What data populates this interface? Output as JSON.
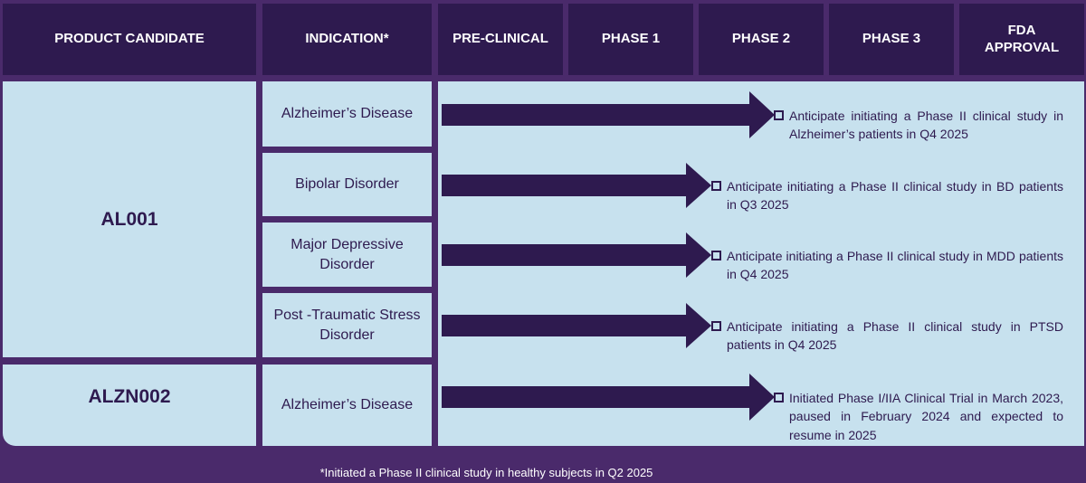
{
  "headers": {
    "product": "PRODUCT CANDIDATE",
    "indication": "INDICATION*",
    "preclinical": "PRE-CLINICAL",
    "phase1": "PHASE 1",
    "phase2": "PHASE 2",
    "phase3": "PHASE 3",
    "fda_line1": "FDA",
    "fda_line2": "APPROVAL"
  },
  "products": [
    {
      "name": "AL001"
    },
    {
      "name": "ALZN002"
    }
  ],
  "rows": [
    {
      "indication": "Alzheimer’s Disease",
      "progress_stage": "Phase 2",
      "note": "Anticipate initiating a Phase II clinical study in Alzheimer’s patients in Q4 2025"
    },
    {
      "indication": "Bipolar Disorder",
      "progress_stage": "Phase 1",
      "note": "Anticipate initiating a Phase II clinical study in BD patients in Q3 2025"
    },
    {
      "indication": "Major Depressive Disorder",
      "progress_stage": "Phase 1",
      "note": "Anticipate initiating a Phase II clinical study in MDD patients in Q4 2025"
    },
    {
      "indication": "Post -Traumatic Stress Disorder",
      "progress_stage": "Phase 1",
      "note": "Anticipate initiating a Phase II clinical study in PTSD patients in Q4 2025"
    },
    {
      "indication": "Alzheimer’s Disease",
      "progress_stage": "Phase 2",
      "note": "Initiated Phase I/IIA Clinical Trial in March 2023, paused in February 2024 and expected to resume in 2025"
    }
  ],
  "footnote": "*Initiated a Phase II clinical study in healthy subjects in Q2 2025",
  "colors": {
    "header_bg": "#2e1a4f",
    "cell_bg": "#c7e1ee",
    "page_bg": "#4a2a6b",
    "arrow": "#2e1a4f"
  }
}
